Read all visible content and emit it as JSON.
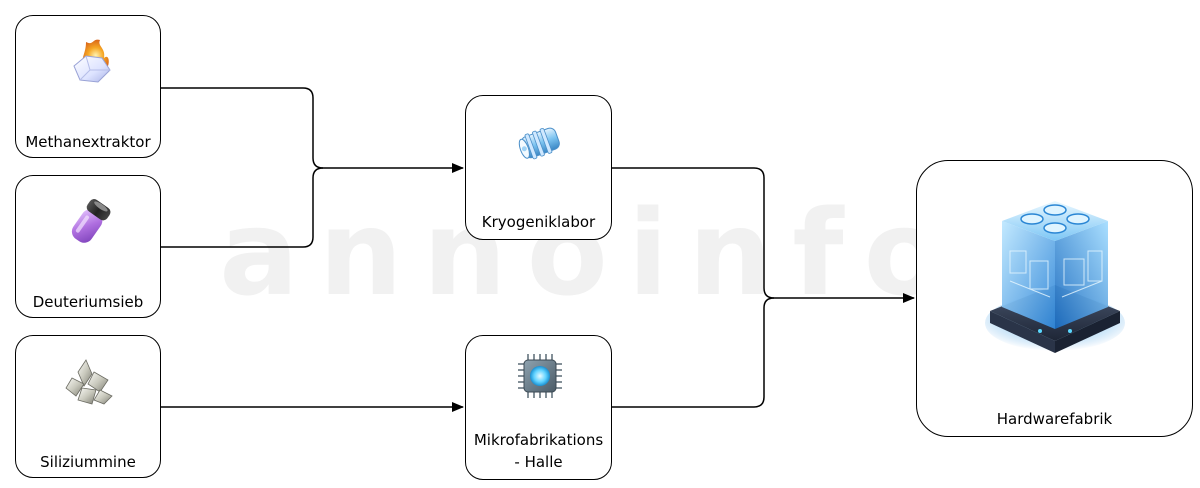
{
  "watermark": "© annoinfo.de",
  "nodes": {
    "methanextraktor": {
      "label": "Methanextraktor",
      "icon": "methane-crystal-flame-icon"
    },
    "deuteriumsieb": {
      "label": "Deuteriumsieb",
      "icon": "deuterium-canister-icon"
    },
    "siliziummine": {
      "label": "Siliziummine",
      "icon": "silicon-crystal-icon"
    },
    "kryogeniklabor": {
      "label": "Kryogeniklabor",
      "icon": "cryo-cylinder-icon"
    },
    "mikrofabrikationshalle": {
      "label_line1": "Mikrofabrikations",
      "label_line2": "- Halle",
      "icon": "microchip-icon"
    },
    "hardwarefabrik": {
      "label": "Hardwarefabrik",
      "icon": "hardware-cube-icon"
    }
  },
  "colors": {
    "border": "#000000",
    "glow_blue": "#3aa8ff",
    "flame": "#f0a020",
    "purple": "#b070e0"
  }
}
